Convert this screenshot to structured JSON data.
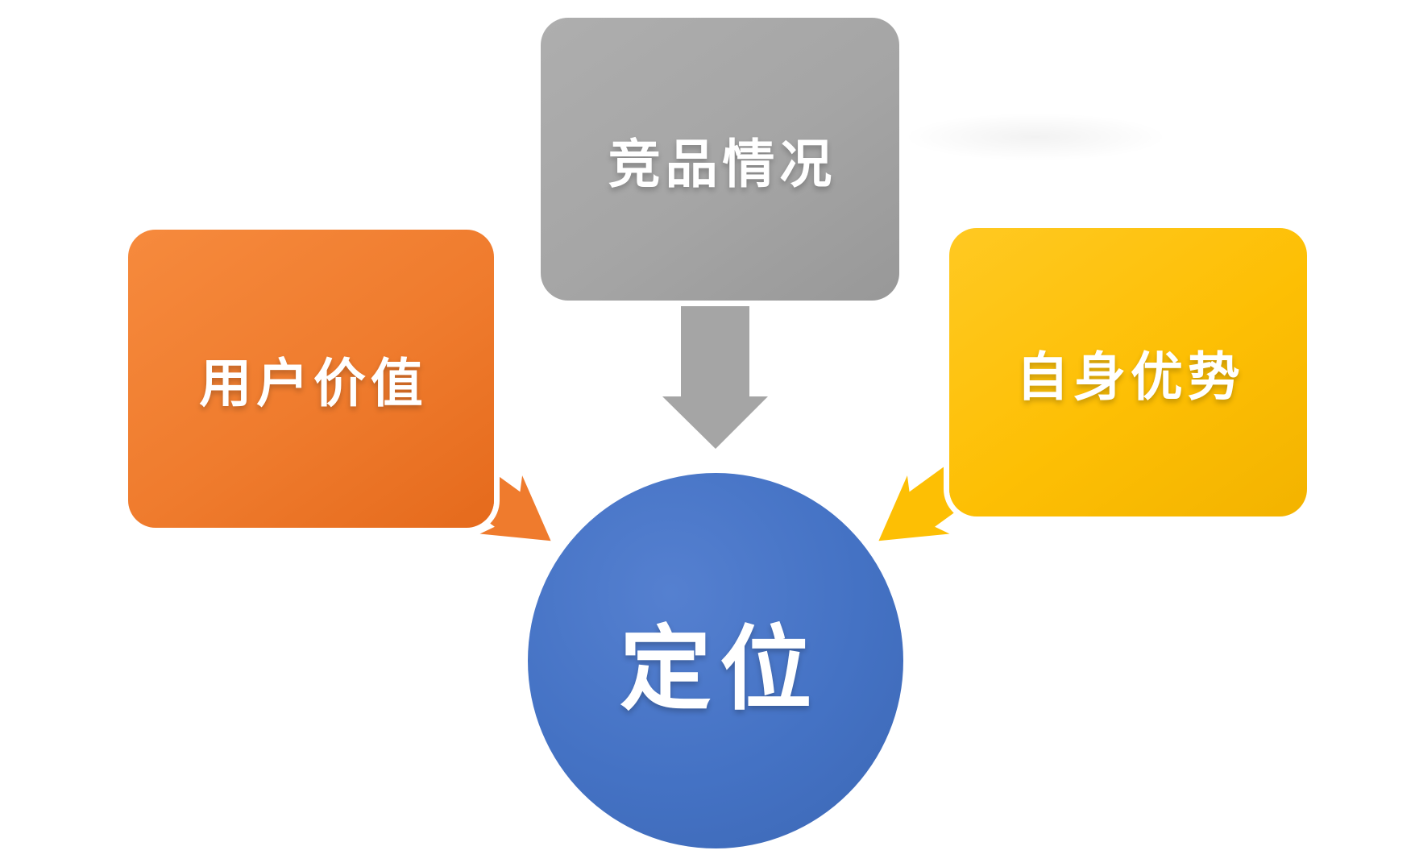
{
  "diagram": {
    "nodes": {
      "competitors": {
        "label": "竞品情况",
        "color": "#A5A5A5"
      },
      "user_value": {
        "label": "用户价值",
        "color": "#ED7D31"
      },
      "own_advantage": {
        "label": "自身优势",
        "color": "#FFC000"
      },
      "positioning": {
        "label": "定位",
        "color": "#4472C4"
      }
    },
    "arrows": {
      "from_competitors": {
        "direction": "down",
        "color": "#A5A5A5"
      },
      "from_user_value": {
        "direction": "down-right",
        "color": "#EF7B2D"
      },
      "from_own_advantage": {
        "direction": "down-left",
        "color": "#FDBF04"
      }
    }
  }
}
